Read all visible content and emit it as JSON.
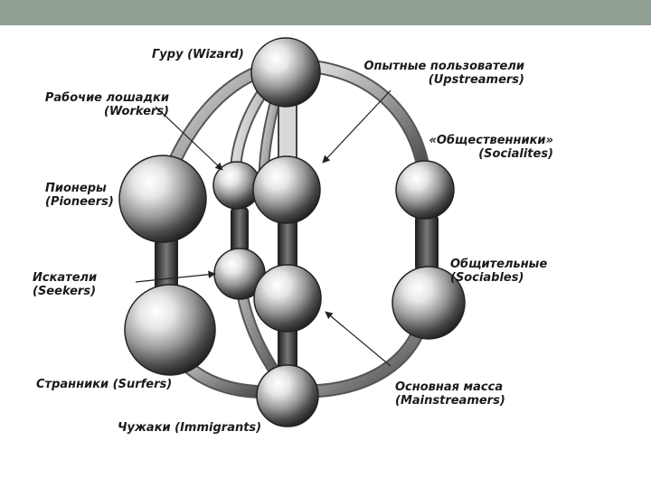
{
  "colors": {
    "topbar": "#8f9f92",
    "background": "#ffffff"
  },
  "labels": {
    "wizard": "Гуру (Wizard)",
    "upstreamers_1": "Опытные пользователи",
    "upstreamers_2": "(Upstreamers)",
    "workers_1": "Рабочие лошадки",
    "workers_2": "(Workers)",
    "socialites_1": "«Общественники»",
    "socialites_2": "(Socialites)",
    "pioneers_1": "Пионеры",
    "pioneers_2": "(Pioneers)",
    "sociables_1": "Общительные",
    "sociables_2": "(Sociables)",
    "seekers_1": "Искатели",
    "seekers_2": "(Seekers)",
    "surfers": "Странники (Surfers)",
    "mainstreamers_1": "Основная масса",
    "mainstreamers_2": "(Mainstreamers)",
    "immigrants": "Чужаки (Immigrants)"
  }
}
